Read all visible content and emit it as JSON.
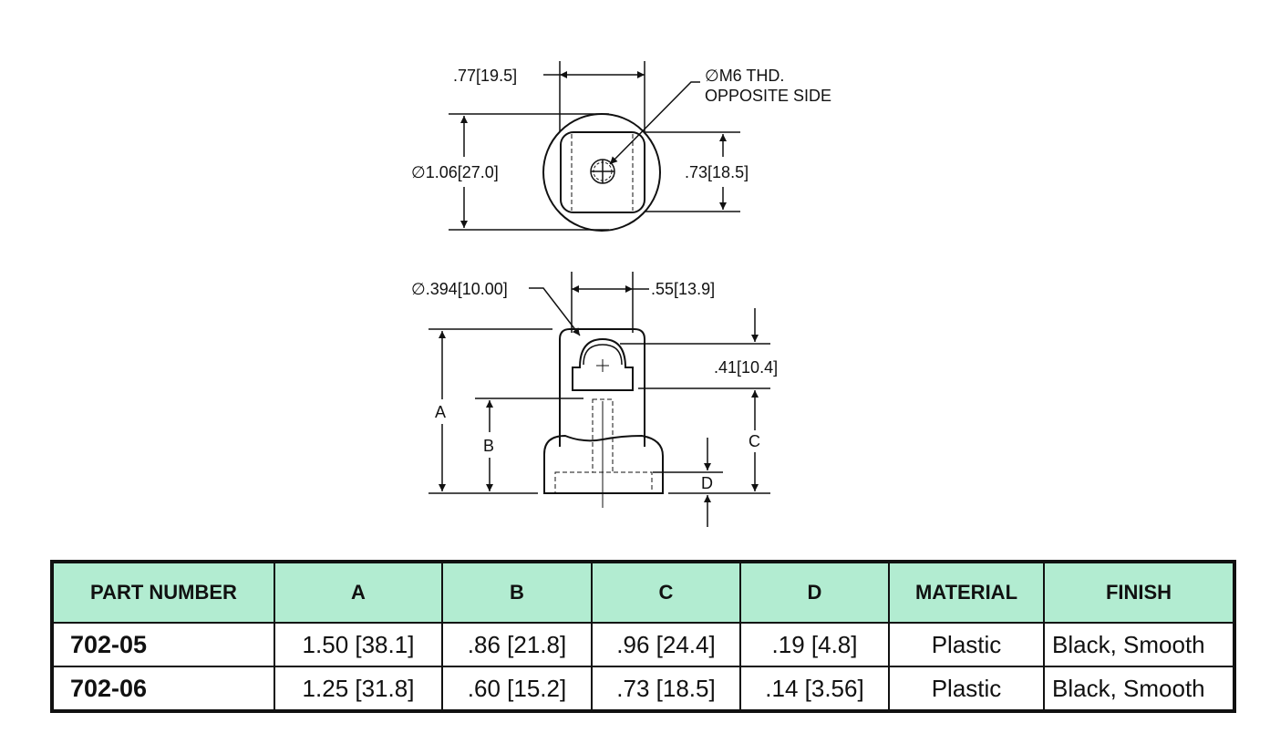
{
  "drawing": {
    "top_view": {
      "dim_width": ".77",
      "dim_width_mm": "19.5",
      "dim_diameter": "1.06",
      "dim_diameter_mm": "27.0",
      "dim_height": ".73",
      "dim_height_mm": "18.5",
      "thread_note_line1": "M6  THD.",
      "thread_note_line2": "OPPOSITE SIDE"
    },
    "side_view": {
      "dim_ball": ".394",
      "dim_ball_mm": "10.00",
      "dim_width": ".55",
      "dim_width_mm": "13.9",
      "dim_socket": ".41",
      "dim_socket_mm": "10.4",
      "label_a": "A",
      "label_b": "B",
      "label_c": "C",
      "label_d": "D"
    },
    "diameter_symbol": "∅"
  },
  "table": {
    "headers": [
      "PART NUMBER",
      "A",
      "B",
      "C",
      "D",
      "MATERIAL",
      "FINISH"
    ],
    "rows": [
      [
        "702-05",
        "1.50 [38.1]",
        ".86 [21.8]",
        ".96 [24.4]",
        ".19 [4.8]",
        "Plastic",
        "Black, Smooth"
      ],
      [
        "702-06",
        "1.25 [31.8]",
        ".60 [15.2]",
        ".73 [18.5]",
        ".14 [3.56]",
        "Plastic",
        "Black, Smooth"
      ]
    ],
    "header_color": "#b2ecd1"
  }
}
